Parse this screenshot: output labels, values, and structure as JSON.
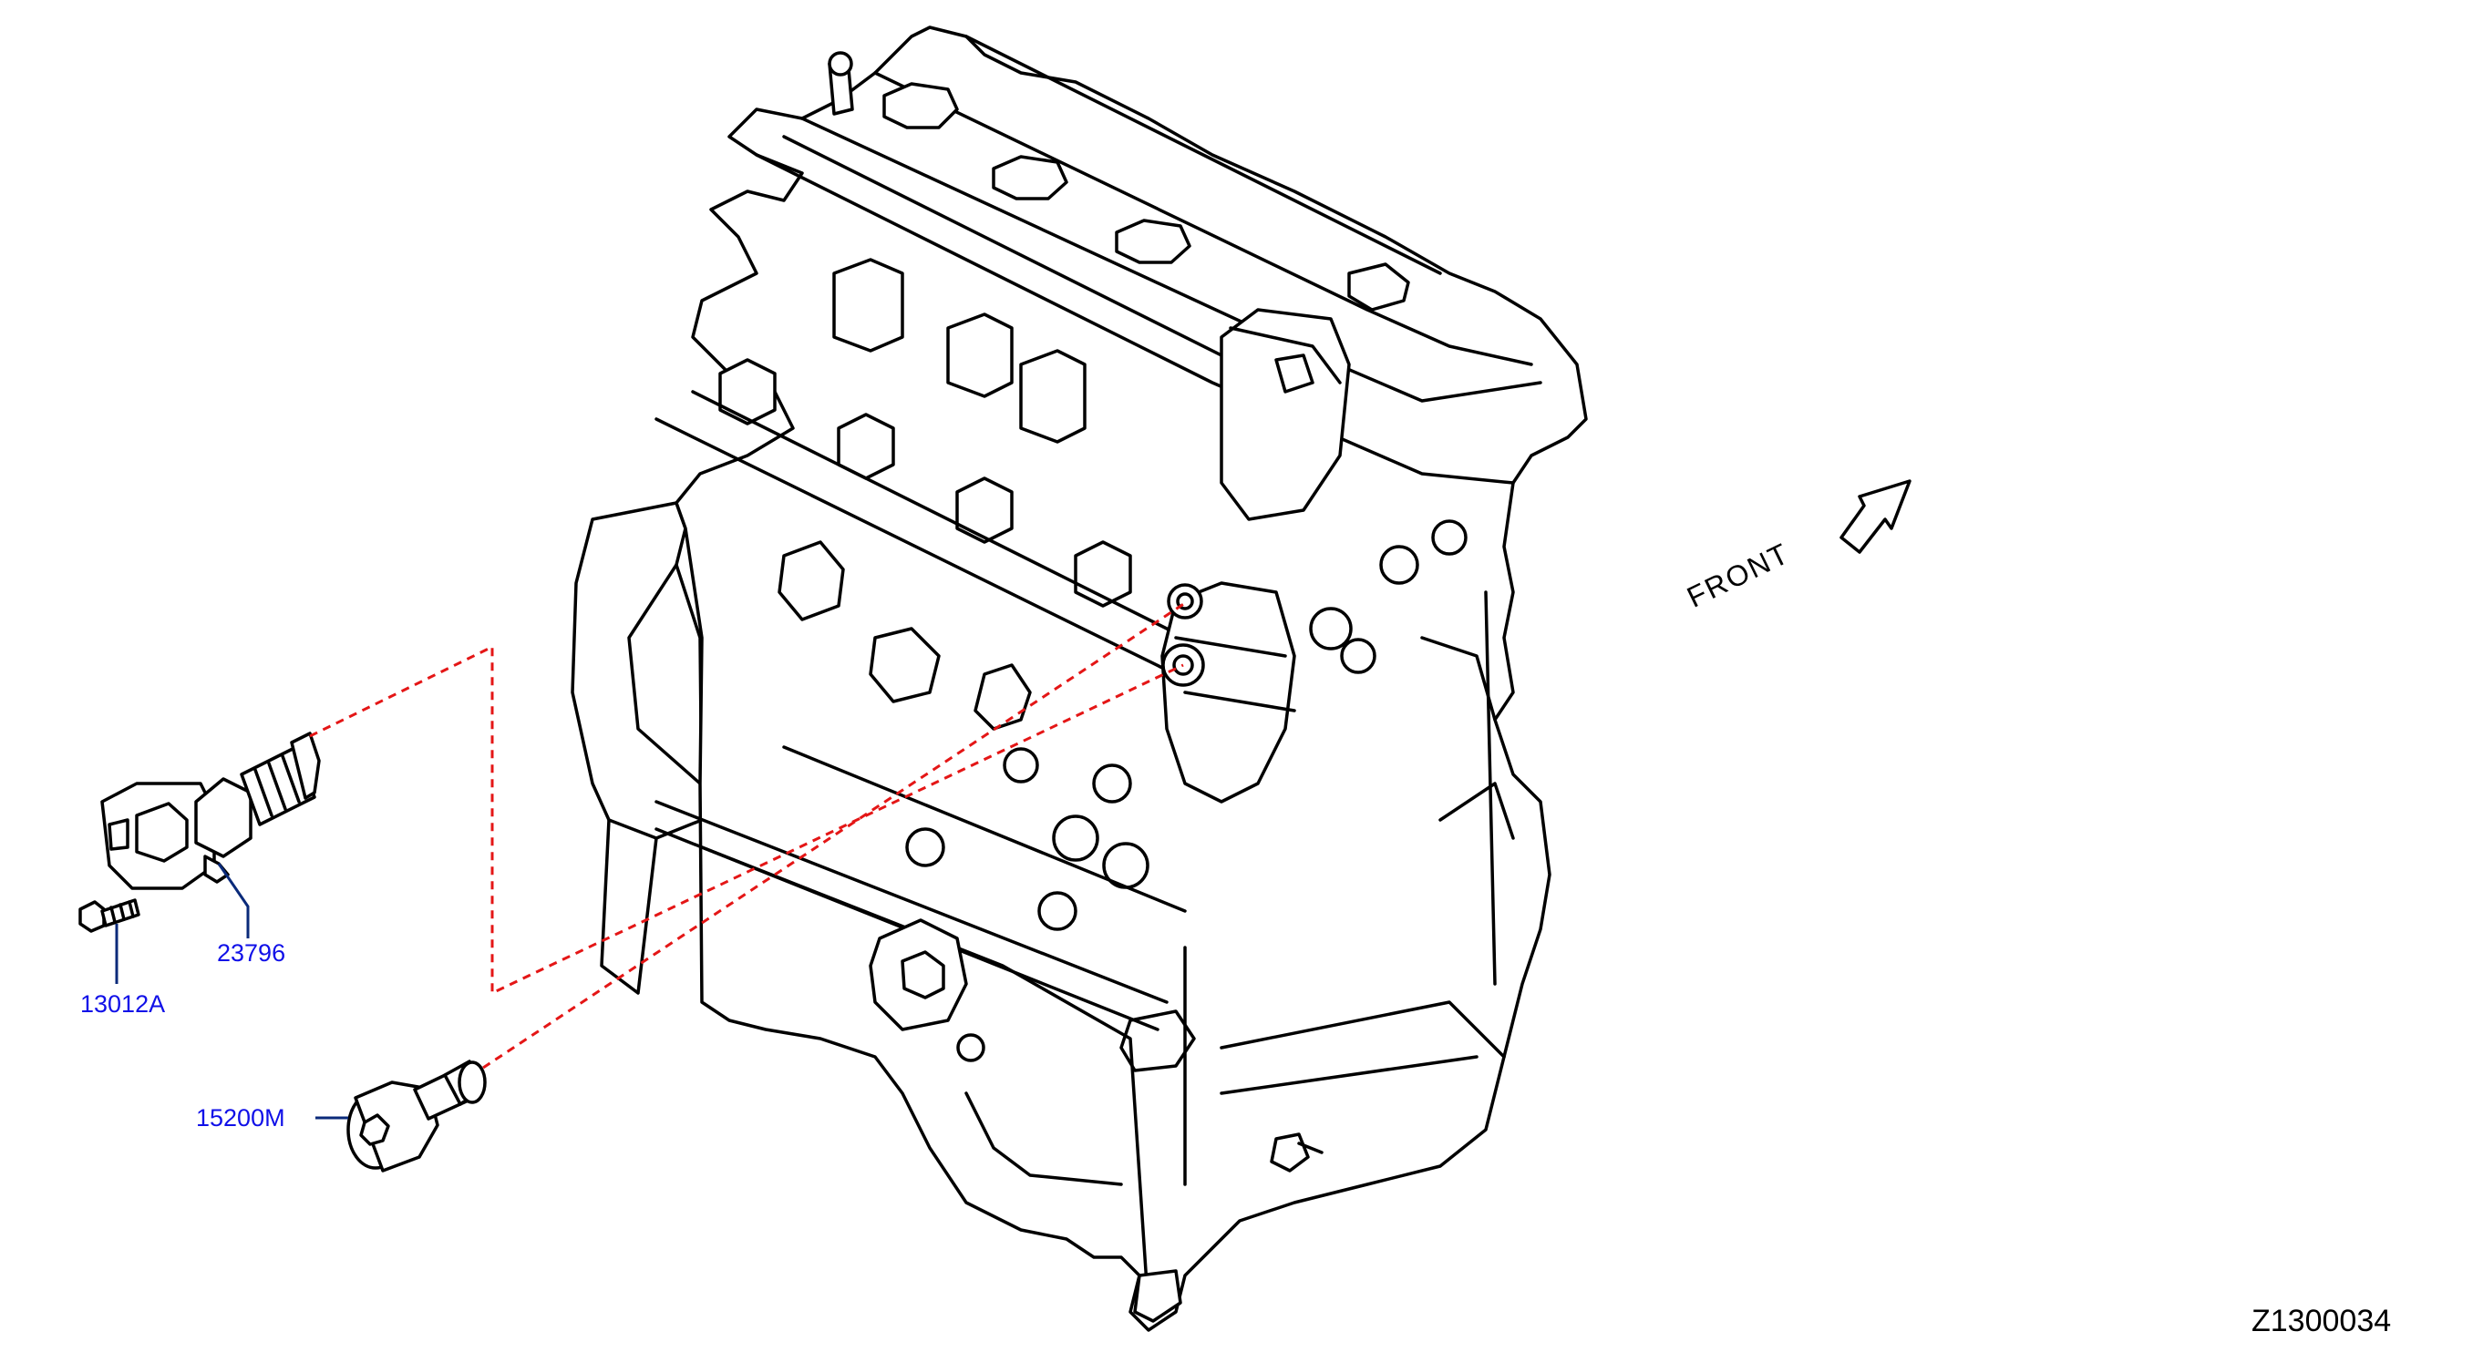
{
  "colors": {
    "callout_text": "#1010e8",
    "leader_line": "#0a2a7a",
    "dashed_line": "#e41616",
    "drawing": "#000000",
    "background": "#ffffff"
  },
  "parts": [
    {
      "number": "23796"
    },
    {
      "number": "13012A"
    },
    {
      "number": "15200M"
    }
  ],
  "orientation": {
    "label": "FRONT",
    "icon": "front-arrow-icon"
  },
  "diagram_id": "Z1300034"
}
